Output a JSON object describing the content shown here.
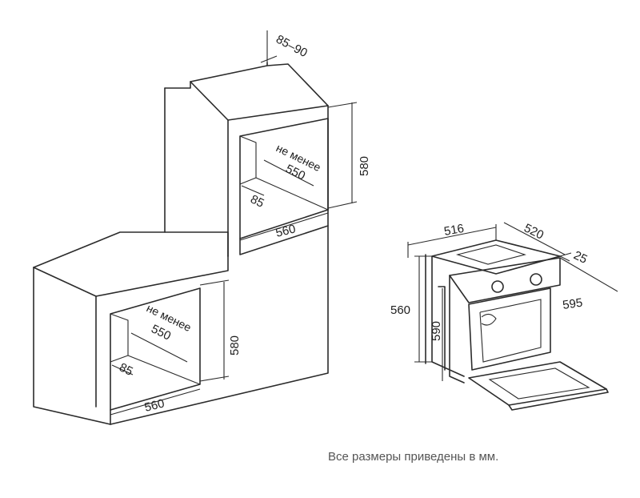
{
  "upper_niche": {
    "depth_gap": "85–90",
    "height": "580",
    "min_label": "не менее",
    "min_value": "550",
    "depth": "85",
    "width": "560"
  },
  "lower_niche": {
    "height": "580",
    "min_label": "не менее",
    "min_value": "550",
    "depth": "85",
    "width": "560"
  },
  "oven": {
    "top_width": "516",
    "top_depth": "520",
    "front_offset": "25",
    "side_height": "560",
    "front_height": "590",
    "diagonal": "595"
  },
  "caption": "Все размеры приведены в мм."
}
